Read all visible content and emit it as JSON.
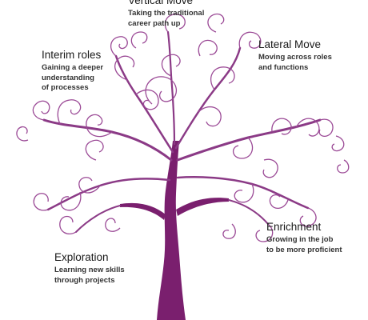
{
  "colors": {
    "trunk": "#7a1f6e",
    "swirl": "#8b3a86",
    "text": "#222222"
  },
  "labels": {
    "vertical": {
      "title": "Vertical  Move",
      "desc": [
        "Taking the traditional",
        "career path up"
      ]
    },
    "interim": {
      "title": "Interim roles",
      "desc": [
        "Gaining a deeper",
        "understanding",
        "of processes"
      ]
    },
    "lateral": {
      "title": "Lateral Move",
      "desc": [
        "Moving across roles",
        "and functions"
      ]
    },
    "enrichment": {
      "title": "Enrichment",
      "desc": [
        "Growing in the job",
        "to be more proficient"
      ]
    },
    "exploration": {
      "title": "Exploration",
      "desc": [
        "Learning new skills",
        "through projects"
      ]
    }
  }
}
